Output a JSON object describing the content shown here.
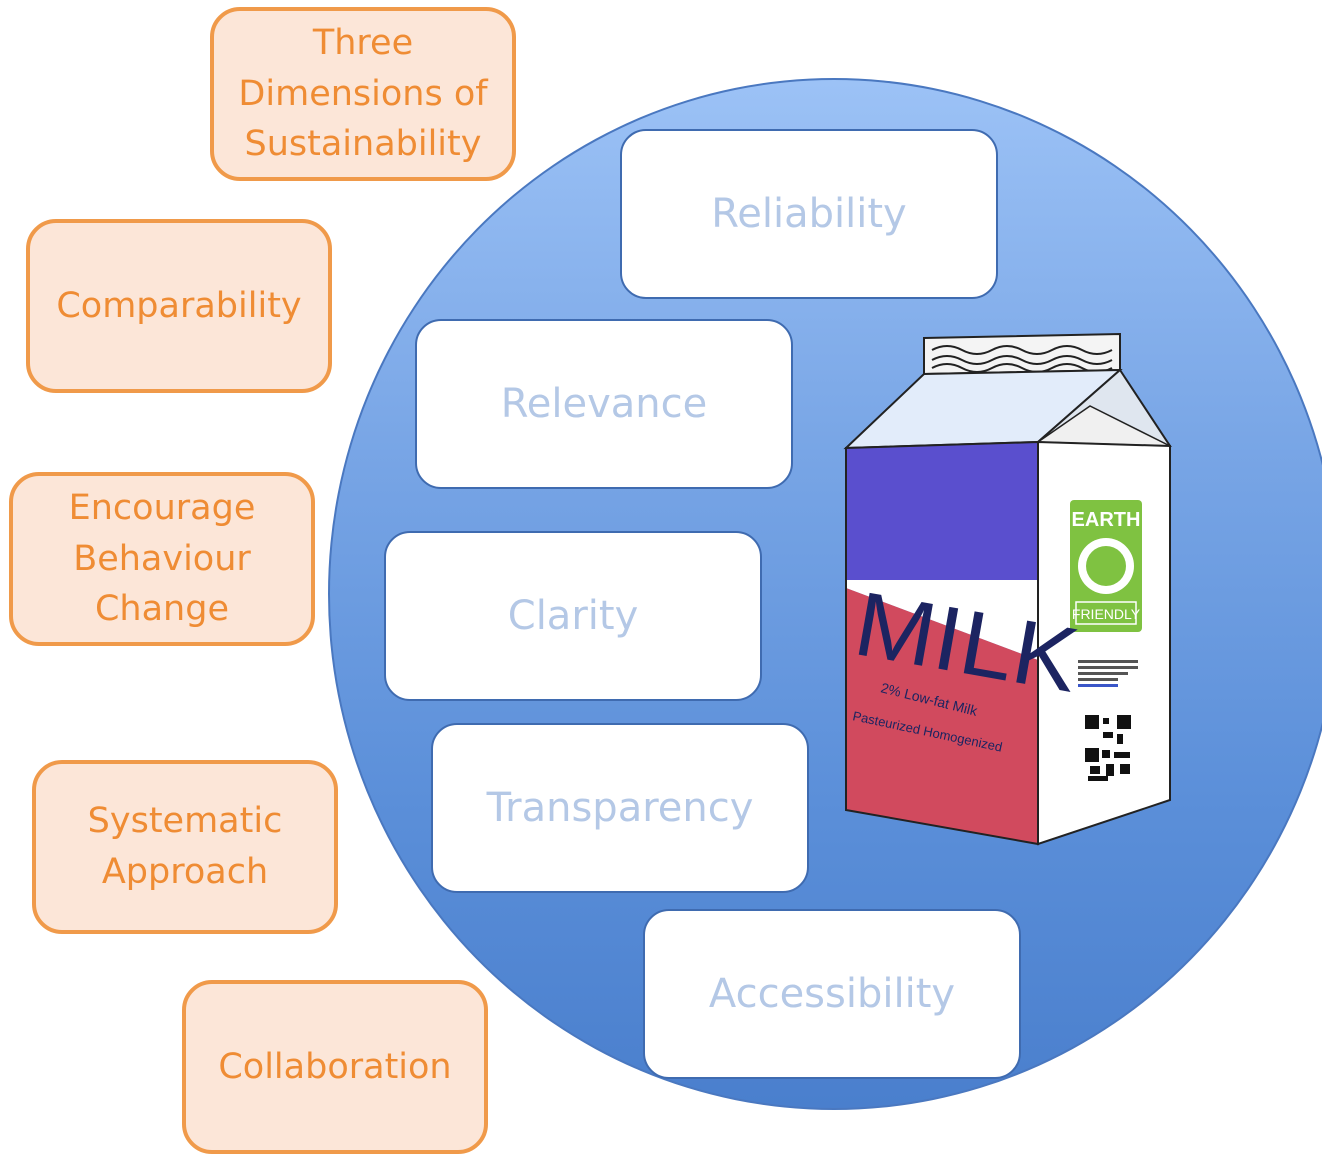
{
  "colors": {
    "circle_top": "#9cc2f6",
    "circle_bottom": "#4a7fcd",
    "white_box_text": "#b4c8e6",
    "orange_border": "#f09a4a",
    "orange_fill": "#fce6d8",
    "orange_text": "#ef8c34"
  },
  "inner_boxes": {
    "reliability": "Reliability",
    "relevance": "Relevance",
    "clarity": "Clarity",
    "transparency": "Transparency",
    "accessibility": "Accessibility"
  },
  "outer_boxes": {
    "three_dimensions": "Three\nDimensions of\nSustainability",
    "comparability": "Comparability",
    "encourage": "Encourage\nBehaviour\nChange",
    "systematic": "Systematic\nApproach",
    "collaboration": "Collaboration"
  },
  "carton": {
    "brand": "MILK",
    "subtitle": "2% Low-fat Milk",
    "process": "Pasteurized  Homogenized",
    "badge_top": "EARTH",
    "badge_bottom": "FRIENDLY"
  }
}
